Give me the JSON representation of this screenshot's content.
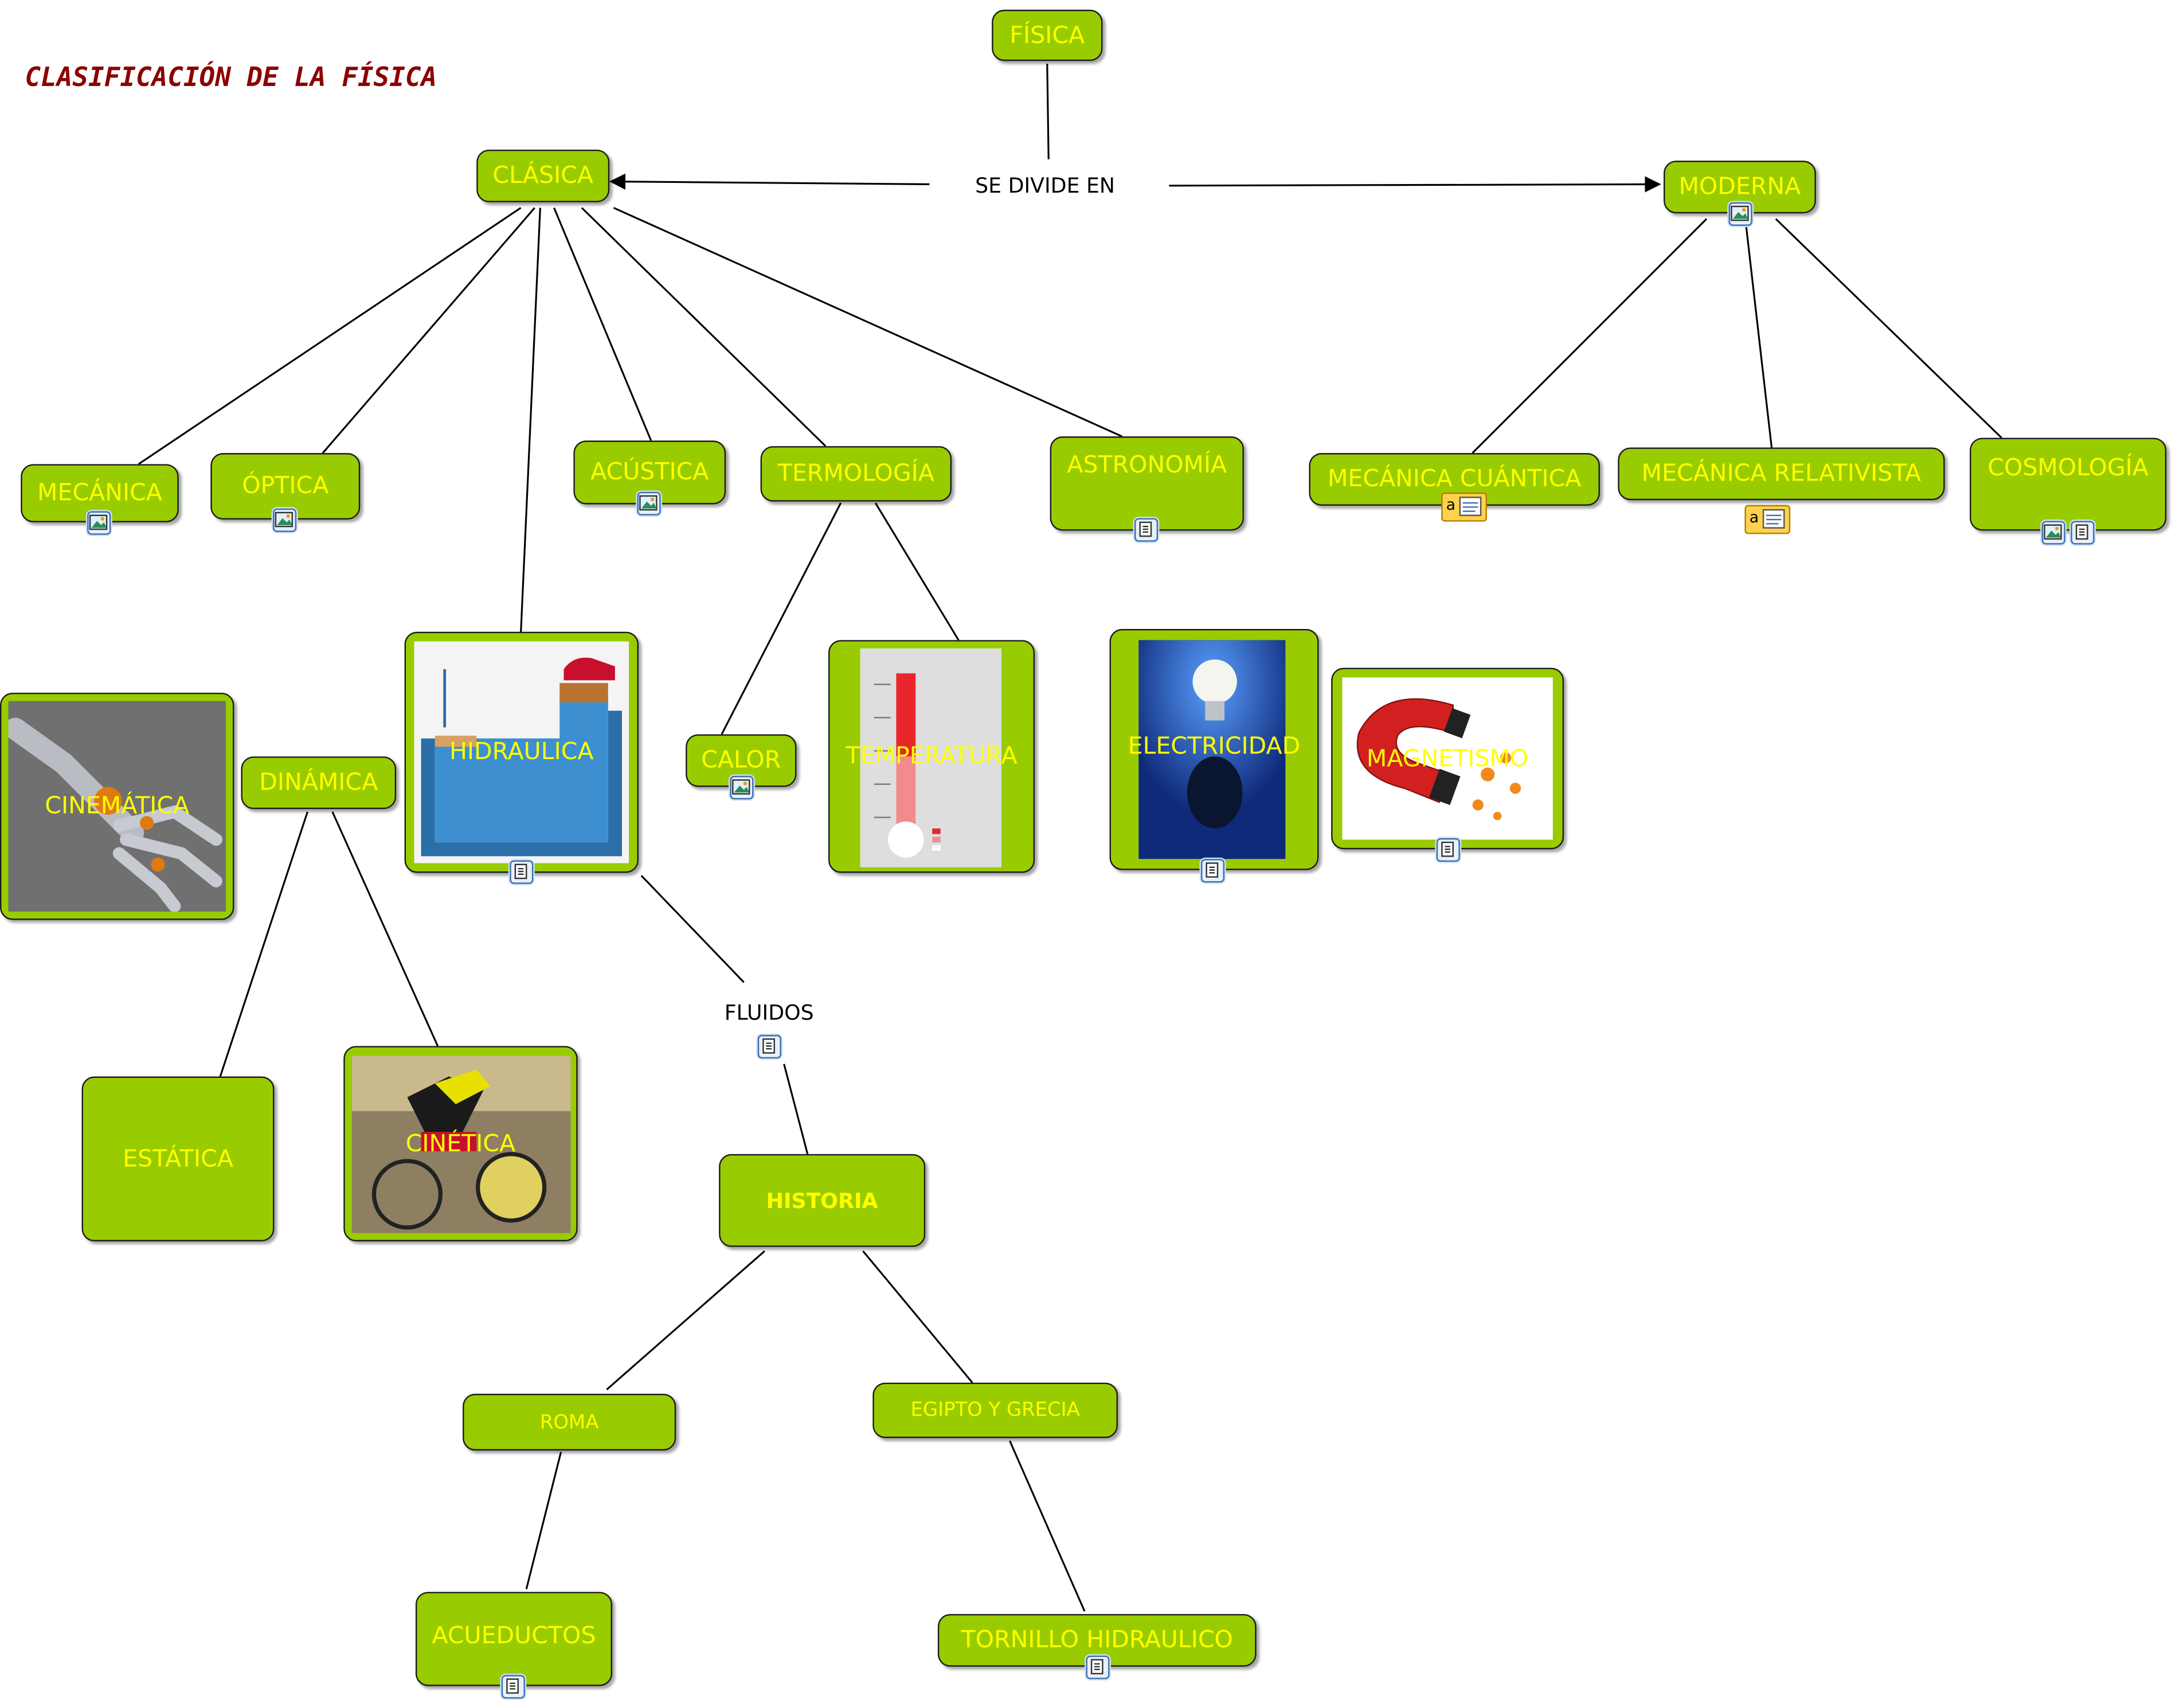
{
  "title": "CLASIFICACIÓN DE LA FÍSICA",
  "linking_phrases": {
    "se_divide_en": "SE DIVIDE EN",
    "fluidos": "FLUIDOS"
  },
  "nodes": {
    "fisica": "FÍSICA",
    "clasica": "CLÁSICA",
    "moderna": "MODERNA",
    "mecanica": "MECÁNICA",
    "optica": "ÓPTICA",
    "acustica": "ACÚSTICA",
    "termologia": "TERMOLOGÍA",
    "astronomia": "ASTRONOMÍA",
    "mecanica_cuantica": "MECÁNICA CUÁNTICA",
    "mecanica_relativista": "MECÁNICA RELATIVISTA",
    "cosmologia": "COSMOLOGÍA",
    "cinematica": "CINEMÁTICA",
    "dinamica": "DINÁMICA",
    "hidraulica": "HIDRAULICA",
    "calor": "CALOR",
    "temperatura": "TEMPERATURA",
    "electricidad": "ELECTRICIDAD",
    "magnetismo": "MAGNETISMO",
    "estatica": "ESTÁTICA",
    "cinetica": "CINÉTICA",
    "historia": "HISTORIA",
    "roma": "ROMA",
    "egipto_y_grecia": "EGIPTO Y GRECIA",
    "acueductos": "ACUEDUCTOS",
    "tornillo_hidraulico": "TORNILLO HIDRAULICO"
  },
  "colors": {
    "node_fill": "#99cc00",
    "node_text": "#ffff00",
    "title": "#8b0000",
    "line": "#000000"
  }
}
